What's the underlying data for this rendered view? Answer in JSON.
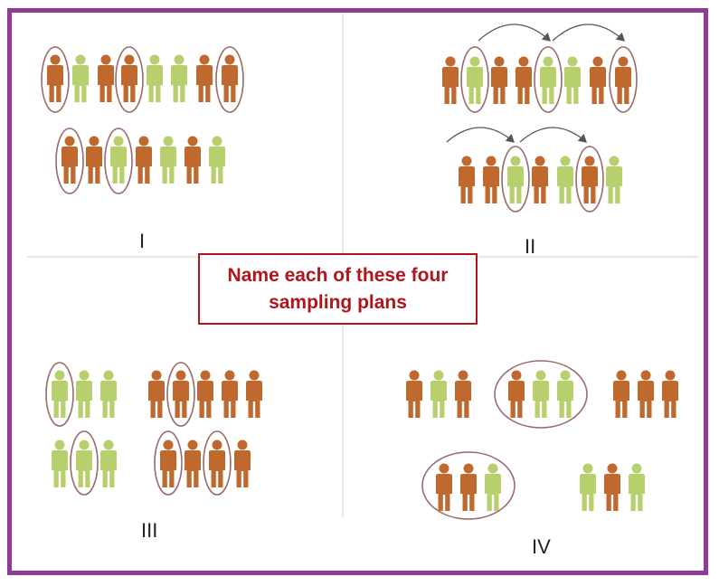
{
  "prompt": {
    "line1": "Name each of these four sampling plans",
    "line2": ""
  },
  "prompt_lines": [
    "Name each of these four",
    "sampling plans"
  ],
  "panels": [
    {
      "label": "I"
    },
    {
      "label": "II"
    },
    {
      "label": "III"
    },
    {
      "label": "IV"
    }
  ],
  "colors": {
    "frame": "#8e3a96",
    "orange_person": "#c0692f",
    "green_person": "#b8cf6e",
    "circle": "#9a6a6a",
    "prompt_text": "#b0141c",
    "divider": "#e2e2e2"
  },
  "icons": [
    "person-icon",
    "selection-circle",
    "skip-arrow"
  ]
}
